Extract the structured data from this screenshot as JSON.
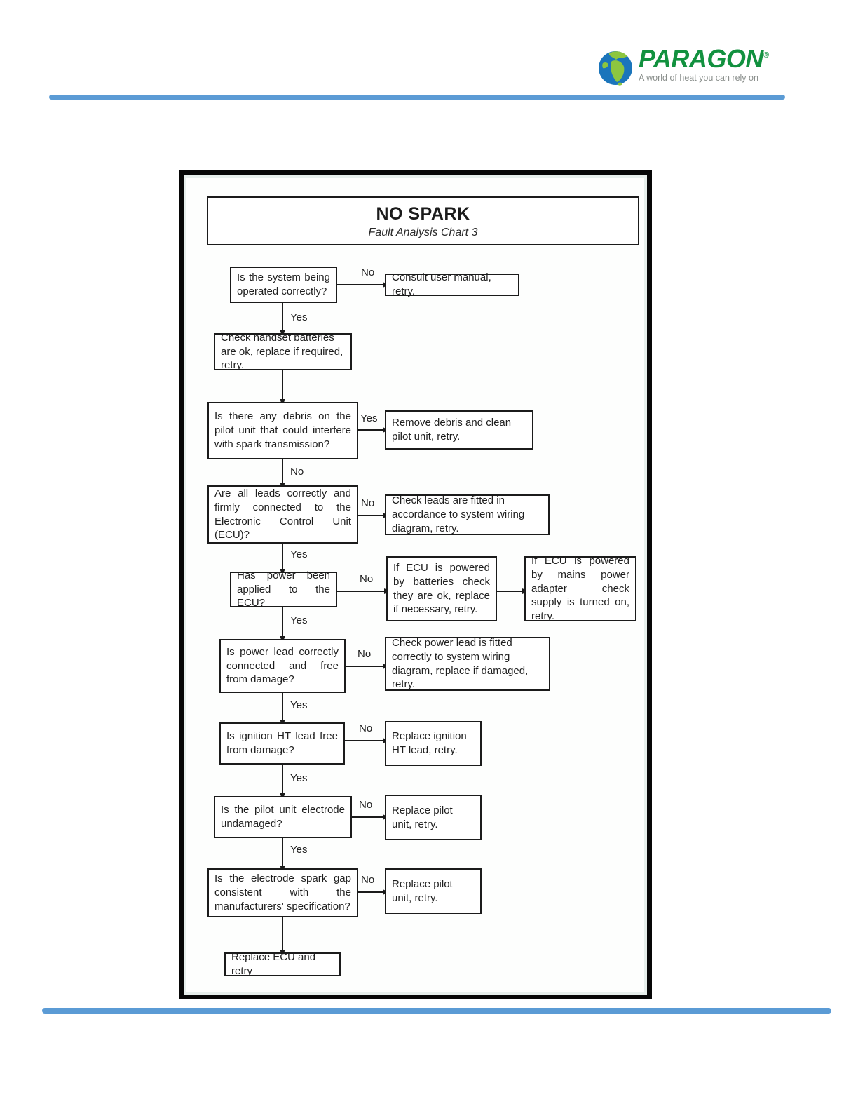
{
  "header": {
    "brand": "PARAGON",
    "registered": "®",
    "tagline": "A world of heat you can rely on"
  },
  "colors": {
    "brand_green": "#12913f",
    "rule_blue": "#5b9bd5",
    "box_border": "#1b1b1b",
    "globe_ocean": "#1b75bb",
    "globe_land": "#8dc63f"
  },
  "chart": {
    "title": "NO SPARK",
    "subtitle": "Fault Analysis Chart 3",
    "labels": {
      "yes": "Yes",
      "no": "No"
    },
    "nodes": {
      "q1": "Is the system being operated correctly?",
      "a1": "Consult user manual, retry.",
      "s1": "Check handset batteries are ok, replace if required, retry.",
      "q2": "Is there any debris on the pilot unit that could interfere with spark transmission?",
      "a2": "Remove debris and clean pilot unit, retry.",
      "q3": "Are all leads correctly and firmly connected to the Electronic Control Unit (ECU)?",
      "a3": "Check leads are fitted in accordance to system wiring diagram, retry.",
      "q4": "Has power been applied to the ECU?",
      "a4a": "If ECU is powered by batteries check they are ok, replace if necessary, retry.",
      "a4b": "If ECU is powered by mains power adapter check supply is turned on, retry.",
      "q5": "Is power lead correctly connected and free from damage?",
      "a5": "Check power lead is fitted correctly to system wiring diagram, replace if damaged, retry.",
      "q6": "Is ignition HT lead free from damage?",
      "a6": "Replace ignition HT lead, retry.",
      "q7": "Is the pilot unit electrode undamaged?",
      "a7": "Replace pilot unit, retry.",
      "q8": "Is the electrode spark gap consistent with the manufacturers' specification?",
      "a8": "Replace pilot unit, retry.",
      "final": "Replace ECU and retry"
    },
    "edges": [
      {
        "from": "q1",
        "label": "No",
        "to": "a1"
      },
      {
        "from": "q1",
        "label": "Yes",
        "to": "s1"
      },
      {
        "from": "s1",
        "label": "",
        "to": "q2"
      },
      {
        "from": "q2",
        "label": "Yes",
        "to": "a2"
      },
      {
        "from": "q2",
        "label": "No",
        "to": "q3"
      },
      {
        "from": "q3",
        "label": "No",
        "to": "a3"
      },
      {
        "from": "q3",
        "label": "Yes",
        "to": "q4"
      },
      {
        "from": "q4",
        "label": "No",
        "to": "a4a"
      },
      {
        "from": "a4a",
        "label": "",
        "to": "a4b"
      },
      {
        "from": "q4",
        "label": "Yes",
        "to": "q5"
      },
      {
        "from": "q5",
        "label": "No",
        "to": "a5"
      },
      {
        "from": "q5",
        "label": "Yes",
        "to": "q6"
      },
      {
        "from": "q6",
        "label": "No",
        "to": "a6"
      },
      {
        "from": "q6",
        "label": "Yes",
        "to": "q7"
      },
      {
        "from": "q7",
        "label": "No",
        "to": "a7"
      },
      {
        "from": "q7",
        "label": "Yes",
        "to": "q8"
      },
      {
        "from": "q8",
        "label": "No",
        "to": "a8"
      },
      {
        "from": "q8",
        "label": "",
        "to": "final"
      }
    ]
  }
}
